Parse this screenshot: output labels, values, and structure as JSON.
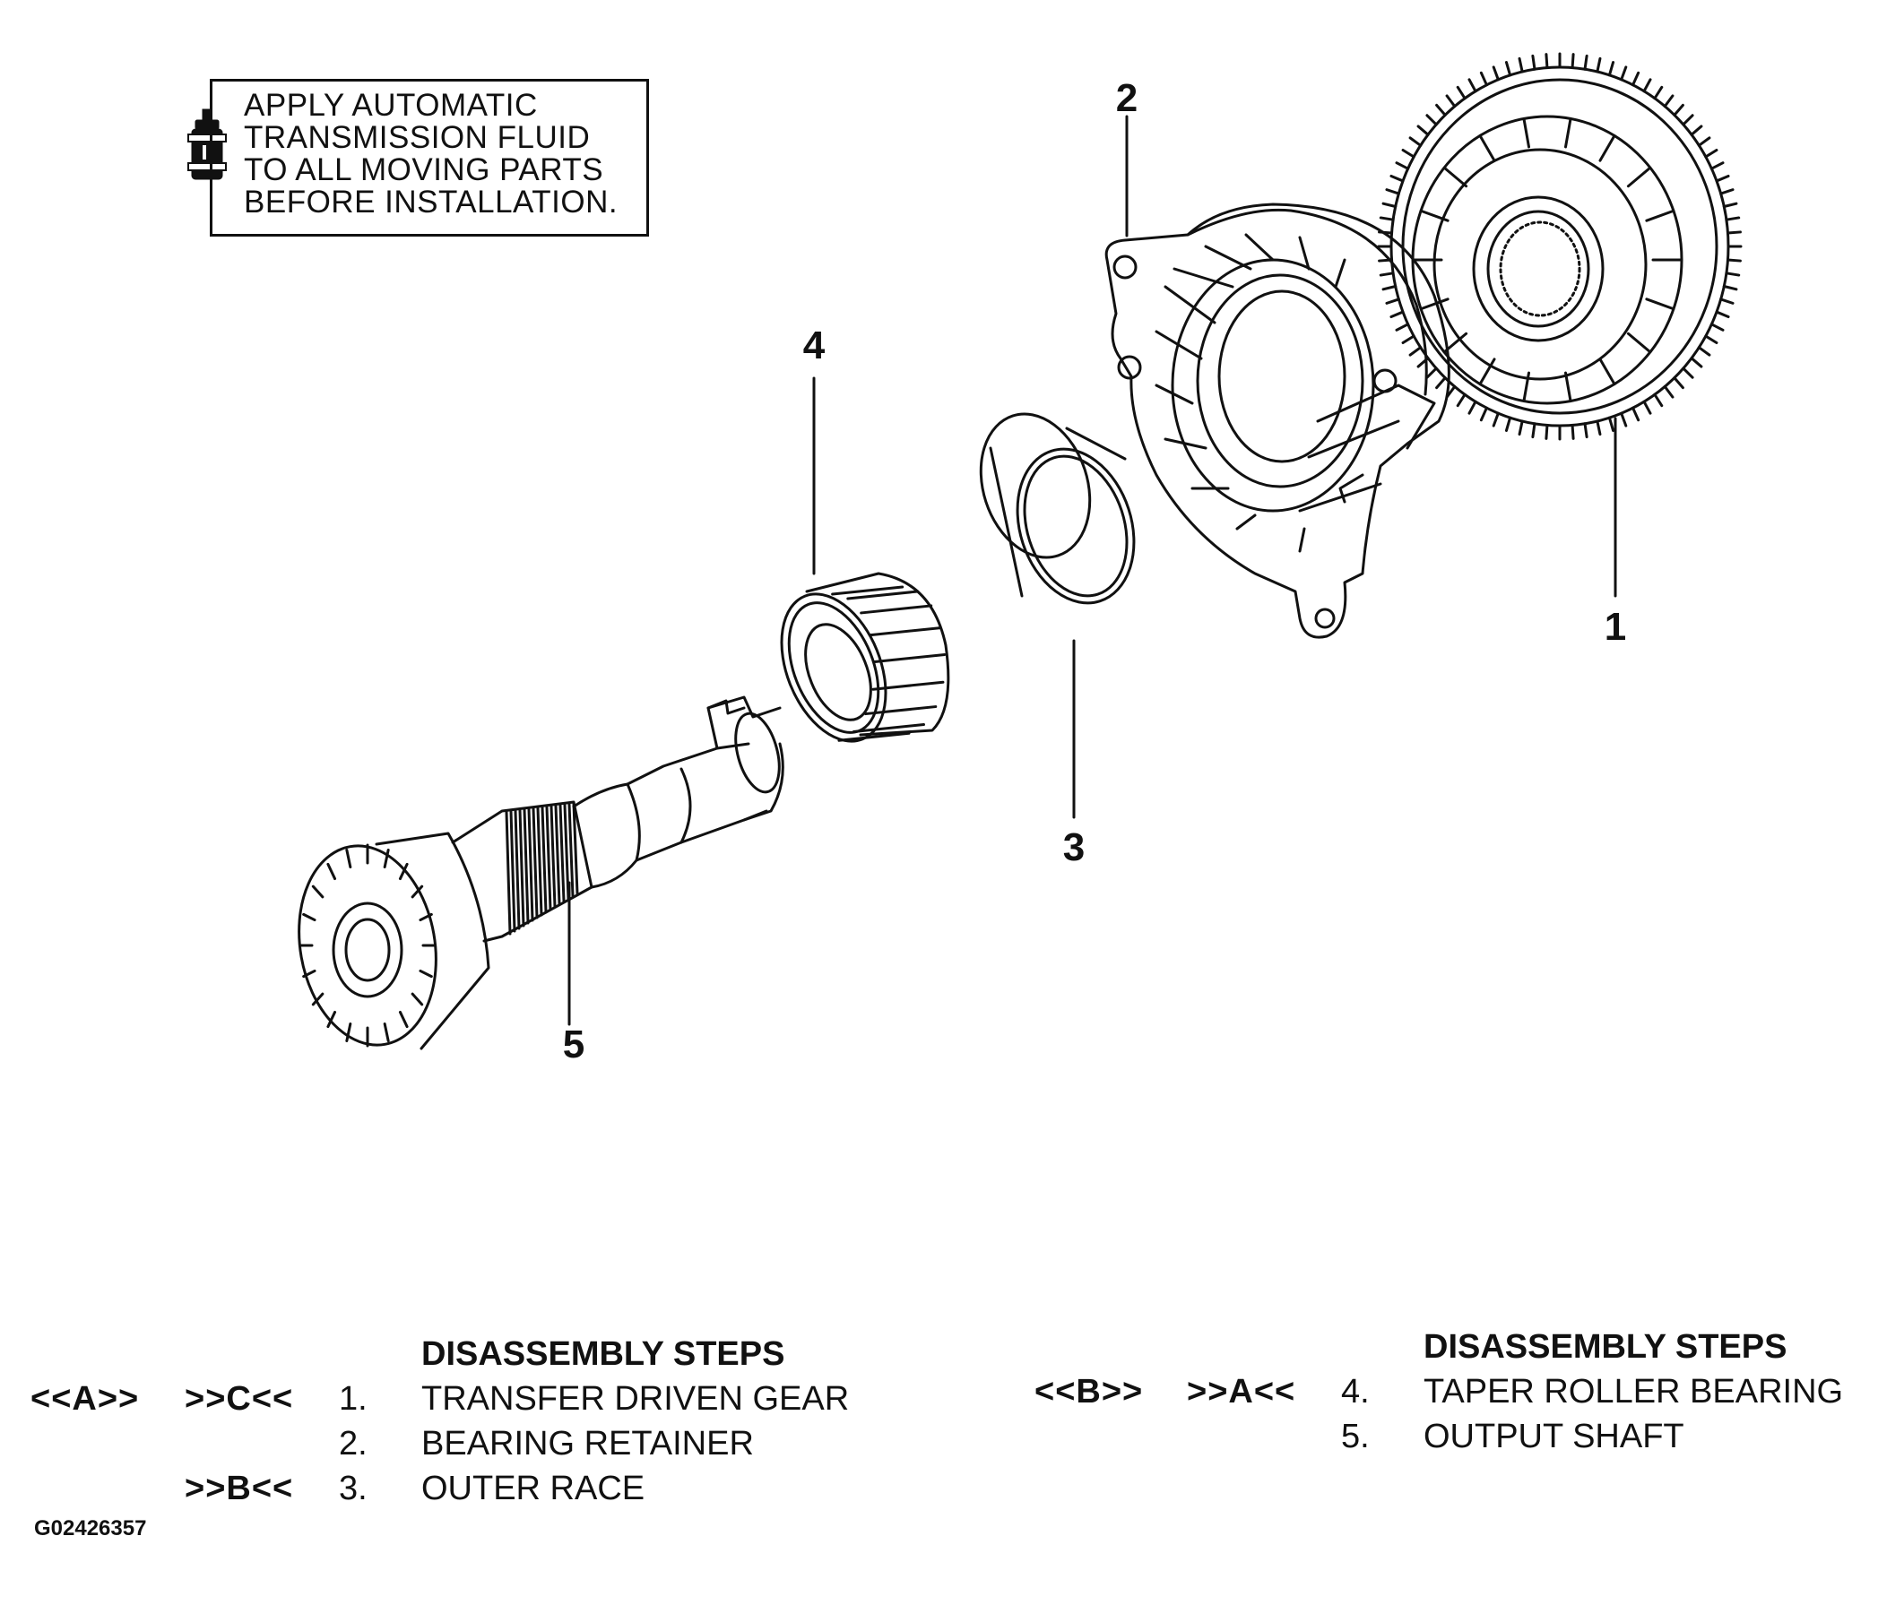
{
  "note": {
    "lines": [
      "APPLY AUTOMATIC",
      "TRANSMISSION FLUID",
      "TO ALL MOVING PARTS",
      "BEFORE INSTALLATION."
    ],
    "icon": "oil-bottle-icon"
  },
  "callouts": [
    "1",
    "2",
    "3",
    "4",
    "5"
  ],
  "legend_left": {
    "header": "DISASSEMBLY STEPS",
    "rows": [
      {
        "code_a": "<<A>>",
        "code_b": ">>C<<",
        "num": "1.",
        "label": "TRANSFER DRIVEN GEAR"
      },
      {
        "code_a": "",
        "code_b": "",
        "num": "2.",
        "label": "BEARING RETAINER"
      },
      {
        "code_a": "",
        "code_b": ">>B<<",
        "num": "3.",
        "label": "OUTER RACE"
      }
    ]
  },
  "legend_right": {
    "header": "DISASSEMBLY STEPS",
    "rows": [
      {
        "code_a": "<<B>>",
        "code_b": ">>A<<",
        "num": "4.",
        "label": "TAPER ROLLER BEARING"
      },
      {
        "code_a": "",
        "code_b": "",
        "num": "5.",
        "label": "OUTPUT SHAFT"
      }
    ]
  },
  "figure_id": "G02426357"
}
